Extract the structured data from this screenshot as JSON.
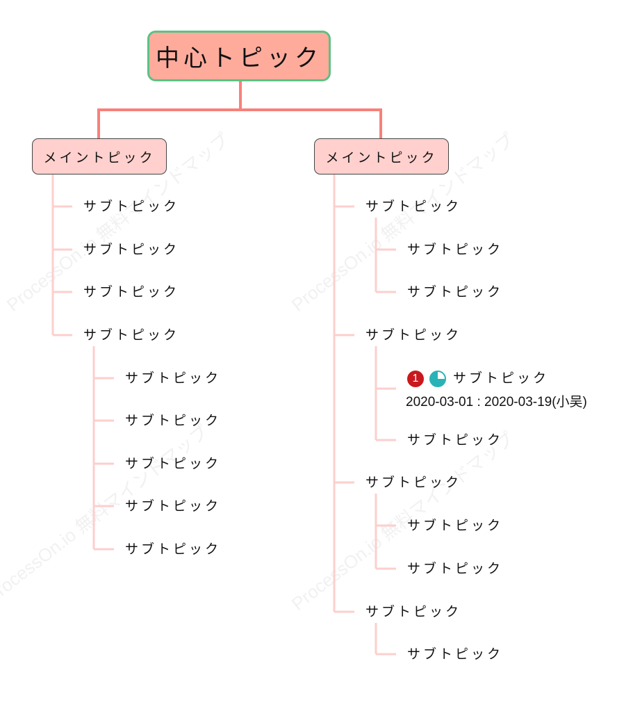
{
  "center_topic": "中心トピック",
  "main_topics": [
    {
      "label": "メイントピック",
      "subtopics": [
        {
          "label": "サブトピック"
        },
        {
          "label": "サブトピック"
        },
        {
          "label": "サブトピック"
        },
        {
          "label": "サブトピック",
          "children": [
            "サブトピック",
            "サブトピック",
            "サブトピック",
            "サブトピック",
            "サブトピック"
          ]
        }
      ]
    },
    {
      "label": "メイントピック",
      "subtopics": [
        {
          "label": "サブトピック",
          "children": [
            "サブトピック",
            "サブトピック"
          ]
        },
        {
          "label": "サブトピック",
          "children": [
            "サブトピック",
            "サブトピック"
          ]
        },
        {
          "label": "サブトピック",
          "children": [
            "サブトピック",
            "サブトピック"
          ]
        },
        {
          "label": "サブトピック",
          "children": [
            "サブトピック"
          ]
        }
      ]
    }
  ],
  "task": {
    "priority": "1",
    "progress": 0.75,
    "dates": "2020-03-01 : 2020-03-19(小吴)"
  },
  "watermark": "ProcessOn.io 無料マインドマップ",
  "colors": {
    "center_fill": "#ffab9c",
    "center_border": "#5cc185",
    "main_fill": "#ffd0cd",
    "main_connector": "#f7817b",
    "sub_connector": "#fccfcc",
    "priority_badge": "#c9181e",
    "progress_icon": "#2ab3b6"
  }
}
